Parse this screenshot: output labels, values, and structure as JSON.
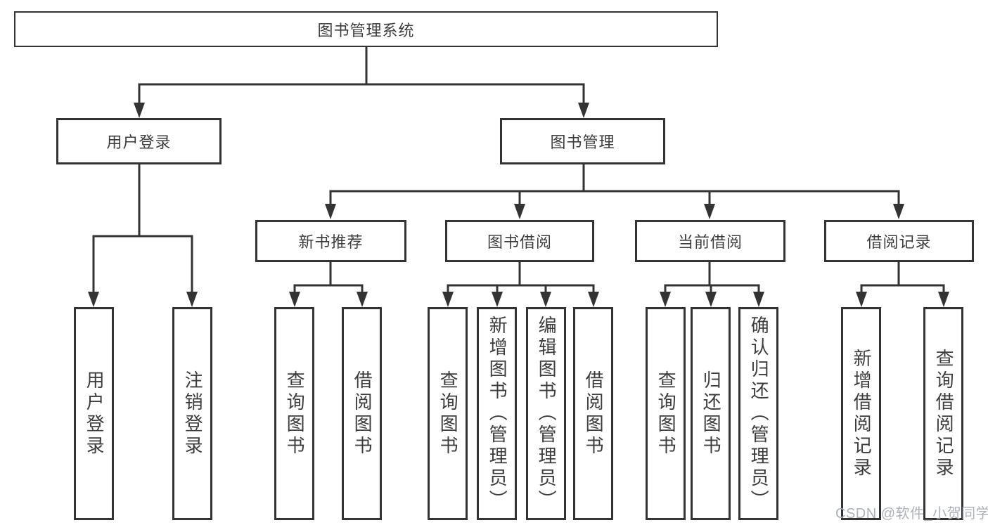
{
  "diagram": {
    "root": {
      "label": "图书管理系统"
    },
    "level2": {
      "user_login": {
        "label": "用户登录"
      },
      "book_management": {
        "label": "图书管理"
      }
    },
    "level3": {
      "new_book_recommend": {
        "label": "新书推荐",
        "parent": "图书管理"
      },
      "book_borrow": {
        "label": "图书借阅",
        "parent": "图书管理"
      },
      "current_borrow": {
        "label": "当前借阅",
        "parent": "图书管理"
      },
      "borrow_records": {
        "label": "借阅记录",
        "parent": "图书管理"
      }
    },
    "leaves": {
      "user_login": {
        "label": "用户登录",
        "parent": "用户登录"
      },
      "logout": {
        "label": "注销登录",
        "parent": "用户登录"
      },
      "rec_query_books": {
        "label": "查询图书",
        "parent": "新书推荐"
      },
      "rec_borrow_books": {
        "label": "借阅图书",
        "parent": "新书推荐"
      },
      "bb_query_books": {
        "label": "查询图书",
        "parent": "图书借阅"
      },
      "bb_add_books": {
        "label": "新增图书（管理员）",
        "parent": "图书借阅"
      },
      "bb_edit_books": {
        "label": "编辑图书（管理员）",
        "parent": "图书借阅"
      },
      "bb_borrow_books": {
        "label": "借阅图书",
        "parent": "图书借阅"
      },
      "cb_query_books": {
        "label": "查询图书",
        "parent": "当前借阅"
      },
      "cb_return_books": {
        "label": "归还图书",
        "parent": "当前借阅"
      },
      "cb_confirm_return": {
        "label": "确认归还（管理员）",
        "parent": "当前借阅"
      },
      "br_add_record": {
        "label": "新增借阅记录",
        "parent": "借阅记录"
      },
      "br_query_record": {
        "label": "查询借阅记录",
        "parent": "借阅记录"
      }
    },
    "colors": {
      "line": "#333333",
      "text": "#3c3c3c",
      "background": "#ffffff",
      "watermark": "#adb2b9"
    }
  },
  "watermark": {
    "label": "CSDN @软件_小贺同学"
  }
}
